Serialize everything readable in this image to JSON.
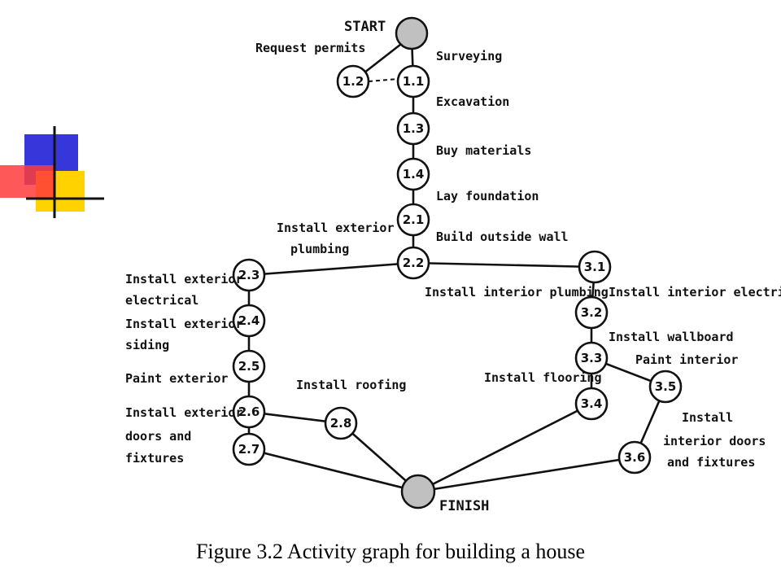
{
  "caption": "Figure 3.2 Activity graph for building a house",
  "colors": {
    "start_finish_fill": "#c0c0c0",
    "node_fill": "#ffffff",
    "deco_blue": "#2b2bd9",
    "deco_red": "#ff3333",
    "deco_yellow": "#ffd200"
  },
  "graph": {
    "start_label": "START",
    "finish_label": "FINISH",
    "nodes": [
      "1.1",
      "1.2",
      "1.3",
      "1.4",
      "2.1",
      "2.2",
      "2.3",
      "2.4",
      "2.5",
      "2.6",
      "2.7",
      "2.8",
      "3.1",
      "3.2",
      "3.3",
      "3.4",
      "3.5",
      "3.6"
    ],
    "activities": {
      "request_permits": [
        "Request permits"
      ],
      "surveying": [
        "Surveying"
      ],
      "excavation": [
        "Excavation"
      ],
      "buy_materials": [
        "Buy materials"
      ],
      "lay_foundation": [
        "Lay foundation"
      ],
      "build_outside_wall": [
        "Build outside wall"
      ],
      "install_exterior_plumbing": [
        "Install exterior",
        "plumbing"
      ],
      "install_interior_plumbing": [
        "Install interior plumbing"
      ],
      "install_exterior_electrical": [
        "Install exterior",
        "electrical"
      ],
      "install_exterior_siding": [
        "Install exterior",
        "siding"
      ],
      "paint_exterior": [
        "Paint exterior"
      ],
      "install_exterior_doors": [
        "Install exterior",
        "doors and",
        "fixtures"
      ],
      "install_roofing": [
        "Install roofing"
      ],
      "install_interior_electrical": [
        "Install interior electrical"
      ],
      "install_wallboard": [
        "Install wallboard"
      ],
      "paint_interior": [
        "Paint interior"
      ],
      "install_flooring": [
        "Install flooring"
      ],
      "install_interior_doors": [
        "Install",
        "interior doors",
        "and fixtures"
      ]
    }
  }
}
